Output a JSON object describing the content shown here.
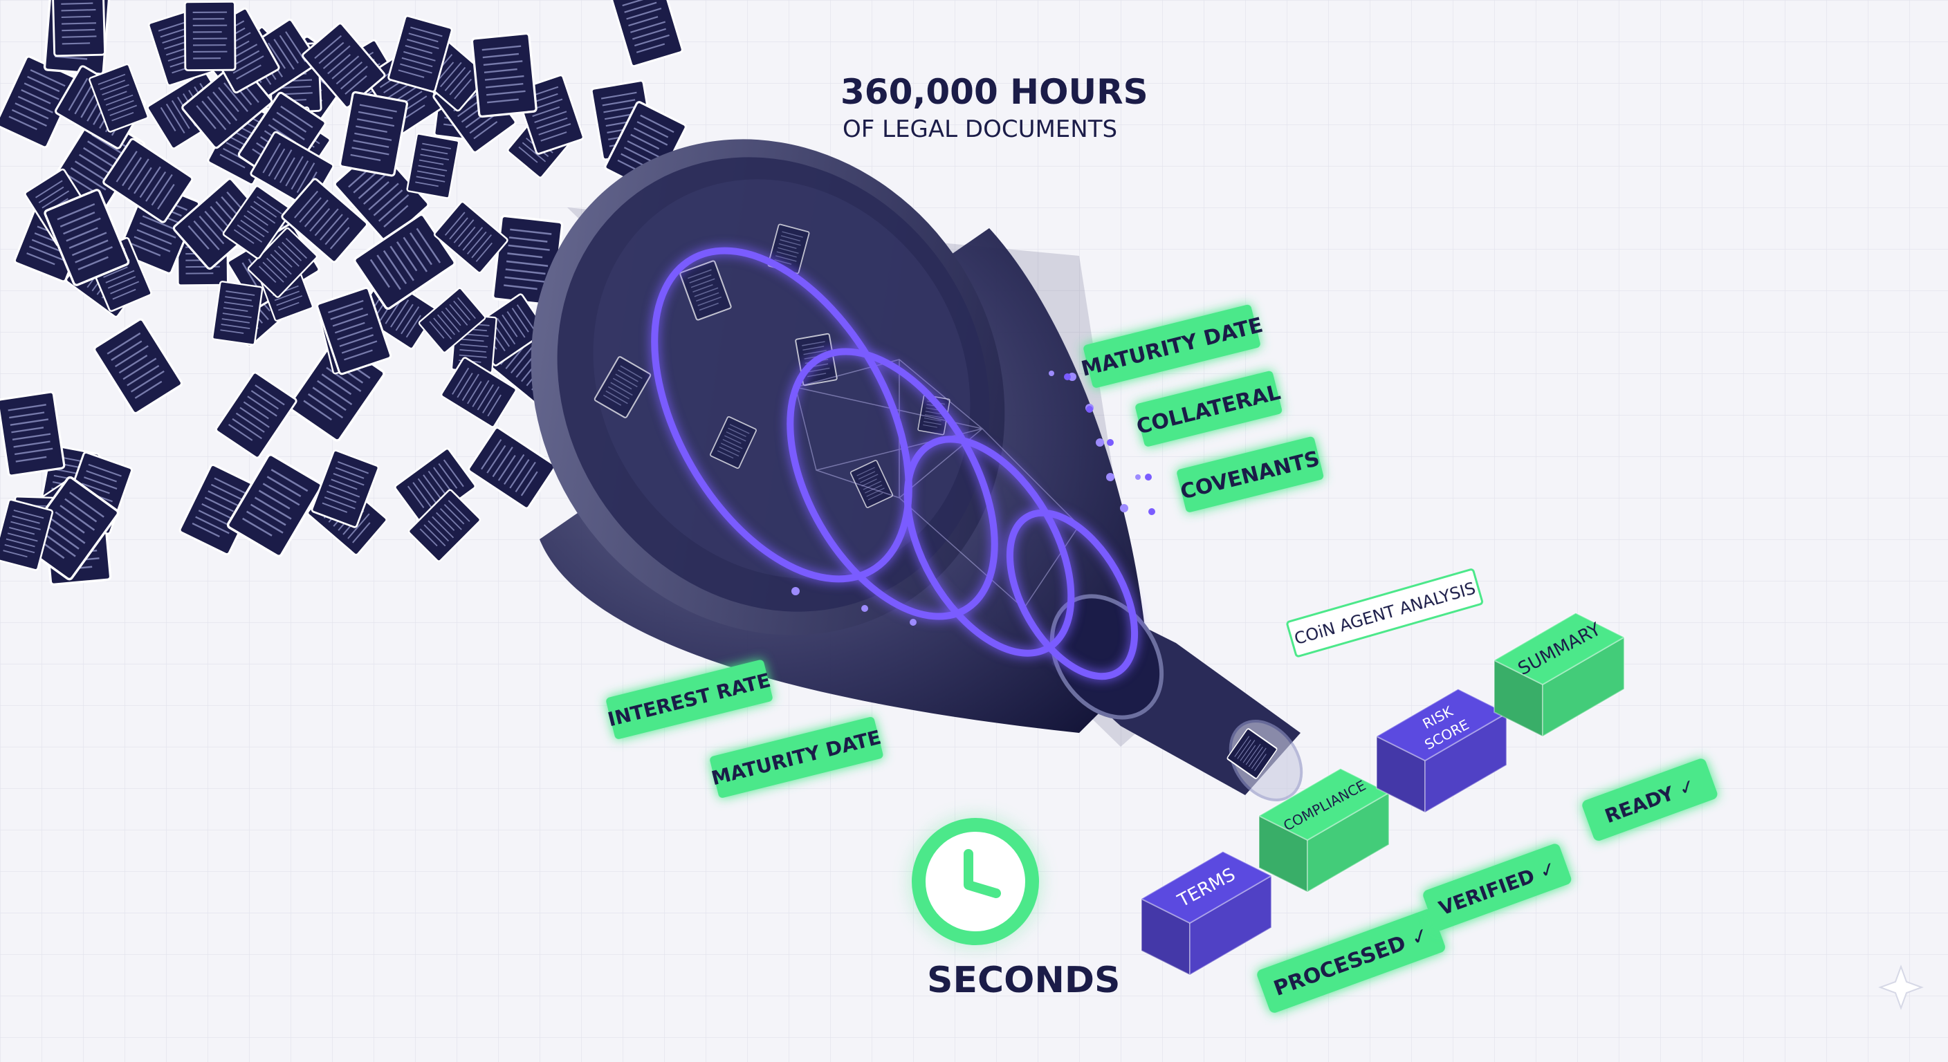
{
  "headline": {
    "line1": "360,000 HOURS",
    "line2": "OF LEGAL DOCUMENTS"
  },
  "extracted_tags_right": [
    "MATURITY DATE",
    "COLLATERAL",
    "COVENANTS"
  ],
  "extracted_tags_left": [
    "INTEREST RATE",
    "MATURITY DATE"
  ],
  "agent_label": "COiN AGENT ANALYSIS",
  "pipeline_blocks": [
    {
      "label": "TERMS",
      "color": "#5b4ae0"
    },
    {
      "label": "COMPLIANCE",
      "color": "#4ce88a"
    },
    {
      "label": "RISK\nSCORE",
      "color": "#5b4ae0"
    },
    {
      "label": "SUMMARY",
      "color": "#4ce88a"
    }
  ],
  "status_badges": [
    "PROCESSED ✓",
    "VERIFIED ✓",
    "READY ✓"
  ],
  "timer_label": "SECONDS",
  "colors": {
    "navy": "#1b1c48",
    "green": "#4ce88a",
    "purple": "#5b4ae0",
    "background": "#f4f4f9"
  }
}
